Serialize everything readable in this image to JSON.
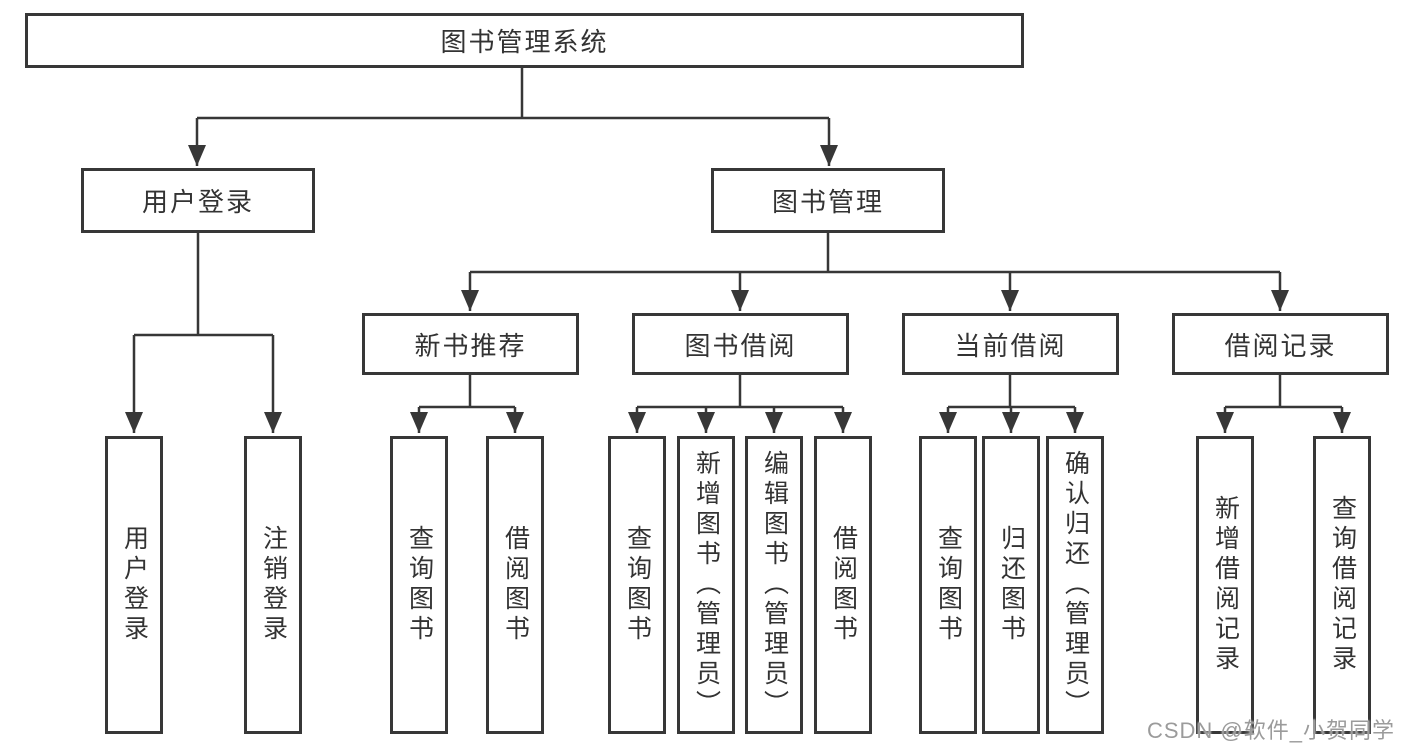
{
  "colors": {
    "line": "#373737",
    "text": "#333333",
    "watermark": "#9b9b9b",
    "background": "#ffffff"
  },
  "tree": {
    "root": {
      "label": "图书管理系统"
    },
    "branches": [
      {
        "label": "用户登录",
        "leaves": [
          "用户登录",
          "注销登录"
        ]
      },
      {
        "label": "图书管理",
        "groups": [
          {
            "label": "新书推荐",
            "leaves": [
              "查询图书",
              "借阅图书"
            ]
          },
          {
            "label": "图书借阅",
            "leaves": [
              "查询图书",
              "新增图书（管理员）",
              "编辑图书（管理员）",
              "借阅图书"
            ]
          },
          {
            "label": "当前借阅",
            "leaves": [
              "查询图书",
              "归还图书",
              "确认归还（管理员）"
            ]
          },
          {
            "label": "借阅记录",
            "leaves": [
              "新增借阅记录",
              "查询借阅记录"
            ]
          }
        ]
      }
    ]
  },
  "watermark": {
    "text": "CSDN @软件_小贺同学"
  }
}
